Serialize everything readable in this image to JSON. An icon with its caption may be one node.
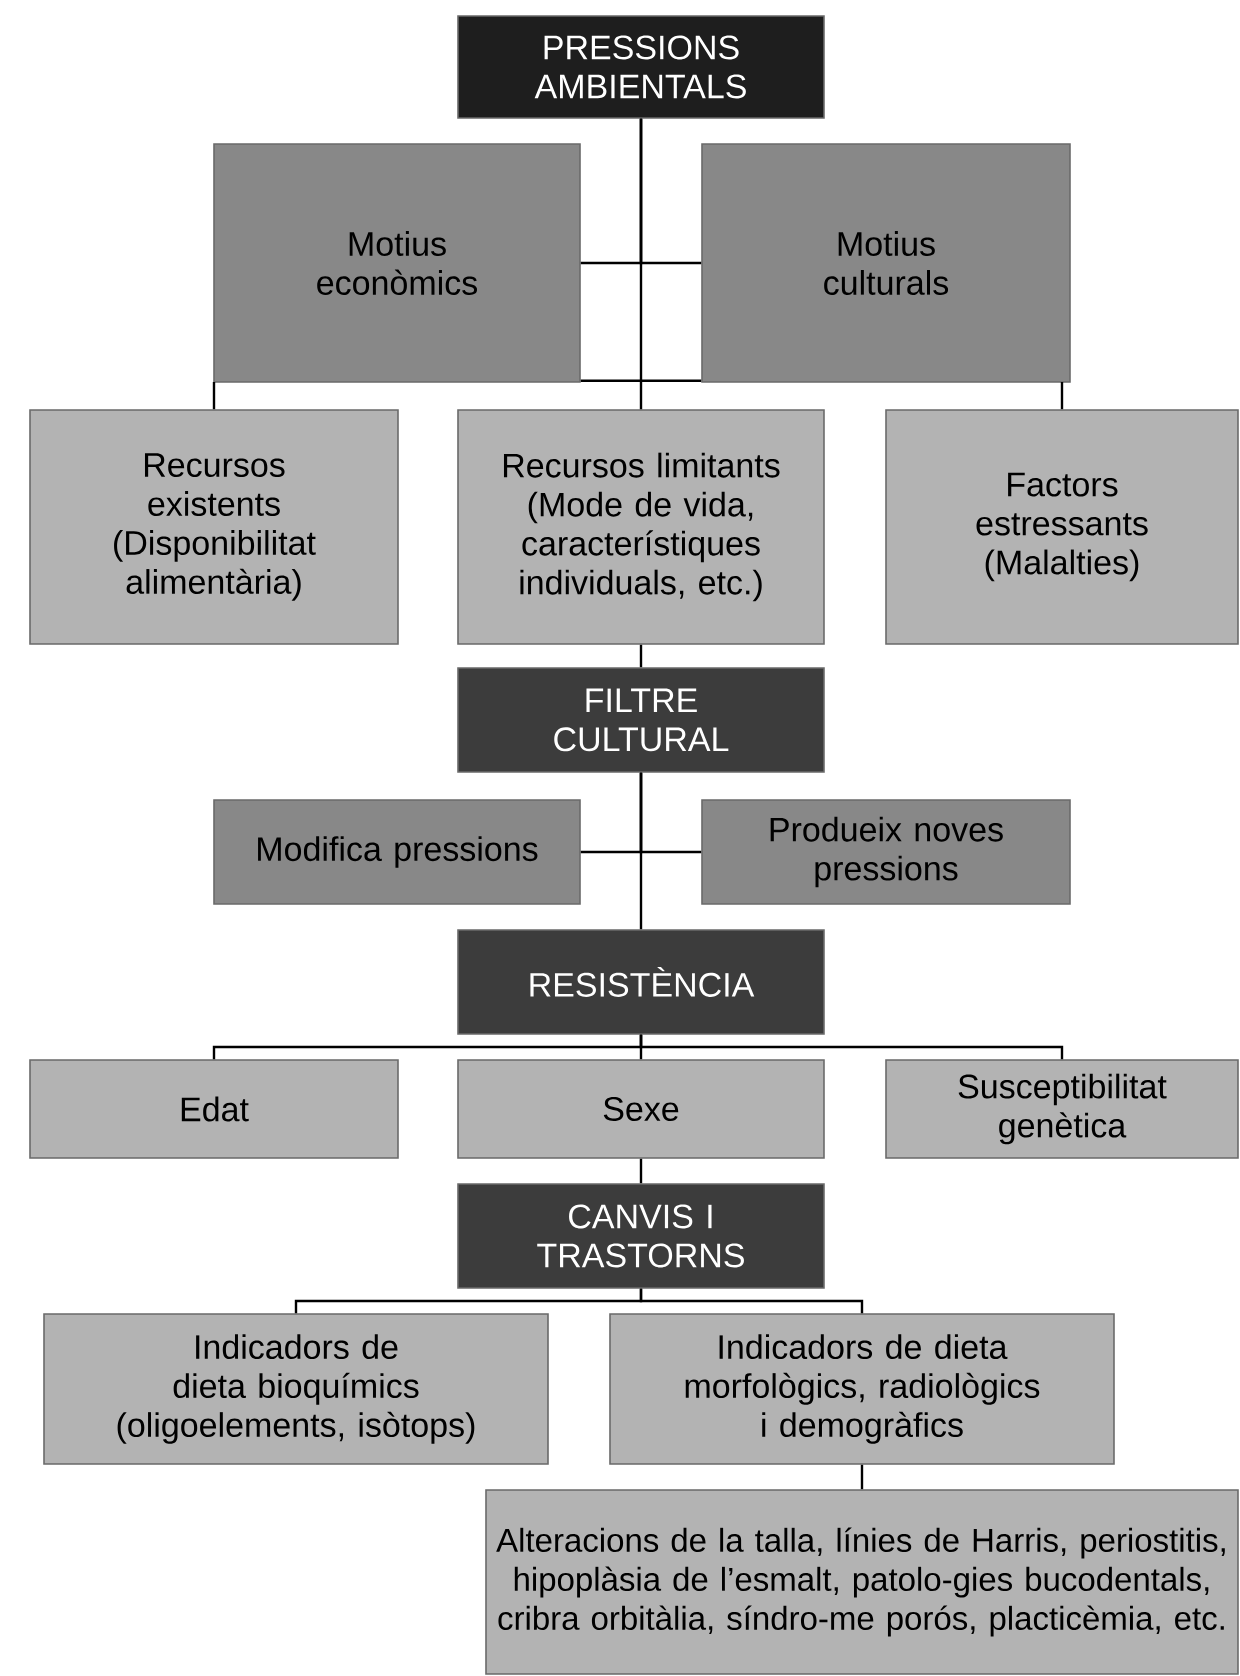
{
  "diagram": {
    "nodes": [
      {
        "text": [
          "PRESSIONS AMBIENTALS"
        ]
      },
      {
        "text": [
          "Motius econòmics"
        ]
      },
      {
        "text": [
          "Motius culturals"
        ]
      },
      {
        "text": [
          "Recursos existents (Disponibilitat alimentària)"
        ]
      },
      {
        "text": [
          "Recursos limitants (Mode de vida, característiques individuals, etc.)"
        ]
      },
      {
        "text": [
          "Factors estressants (Malalties)"
        ]
      },
      {
        "text": [
          "FILTRE CULTURAL"
        ]
      },
      {
        "text": [
          "Modifica pressions"
        ]
      },
      {
        "text": [
          "Produeix noves pressions"
        ]
      },
      {
        "text": [
          "RESISTÈNCIA"
        ]
      },
      {
        "text": [
          "Edat"
        ]
      },
      {
        "text": [
          "Sexe"
        ]
      },
      {
        "text": [
          "Susceptibilitat genètica"
        ]
      },
      {
        "text": [
          "CANVIS I TRASTORNS"
        ]
      },
      {
        "text": [
          "Indicadors de dieta bioquímics (oligoelements, isòtops)"
        ]
      },
      {
        "text": [
          "Indicadors de dieta morfològics, radiològics i demogràfics"
        ]
      },
      {
        "text": [
          "Alteracions de la talla, línies de Harris, periostitis, hipoplàsia de l’esmalt, patolo-gies bucodentals, cribra orbitàlia, síndro-me porós, placticèmia, etc."
        ]
      }
    ],
    "edges": [
      {
        "from": 0,
        "to": 1,
        "arrow": "none"
      },
      {
        "from": 0,
        "to": 2,
        "arrow": "none"
      },
      {
        "from": 0,
        "to": 4,
        "arrow": "none"
      },
      {
        "from": 1,
        "to": 2,
        "arrow": "none"
      },
      {
        "from": 1,
        "to": 3,
        "arrow": "none"
      },
      {
        "from": 2,
        "to": 5,
        "arrow": "none"
      },
      {
        "from": 4,
        "to": 6,
        "arrow": "none"
      },
      {
        "from": 6,
        "to": 7,
        "arrow": "none"
      },
      {
        "from": 6,
        "to": 8,
        "arrow": "none"
      },
      {
        "from": 6,
        "to": 9,
        "arrow": "none"
      },
      {
        "from": 9,
        "to": 10,
        "arrow": "none"
      },
      {
        "from": 9,
        "to": 11,
        "arrow": "none"
      },
      {
        "from": 9,
        "to": 12,
        "arrow": "none"
      },
      {
        "from": 11,
        "to": 13,
        "arrow": "none"
      },
      {
        "from": 13,
        "to": 14,
        "arrow": "none"
      },
      {
        "from": 13,
        "to": 15,
        "arrow": "none"
      },
      {
        "from": 15,
        "to": 16,
        "arrow": "none"
      }
    ]
  }
}
